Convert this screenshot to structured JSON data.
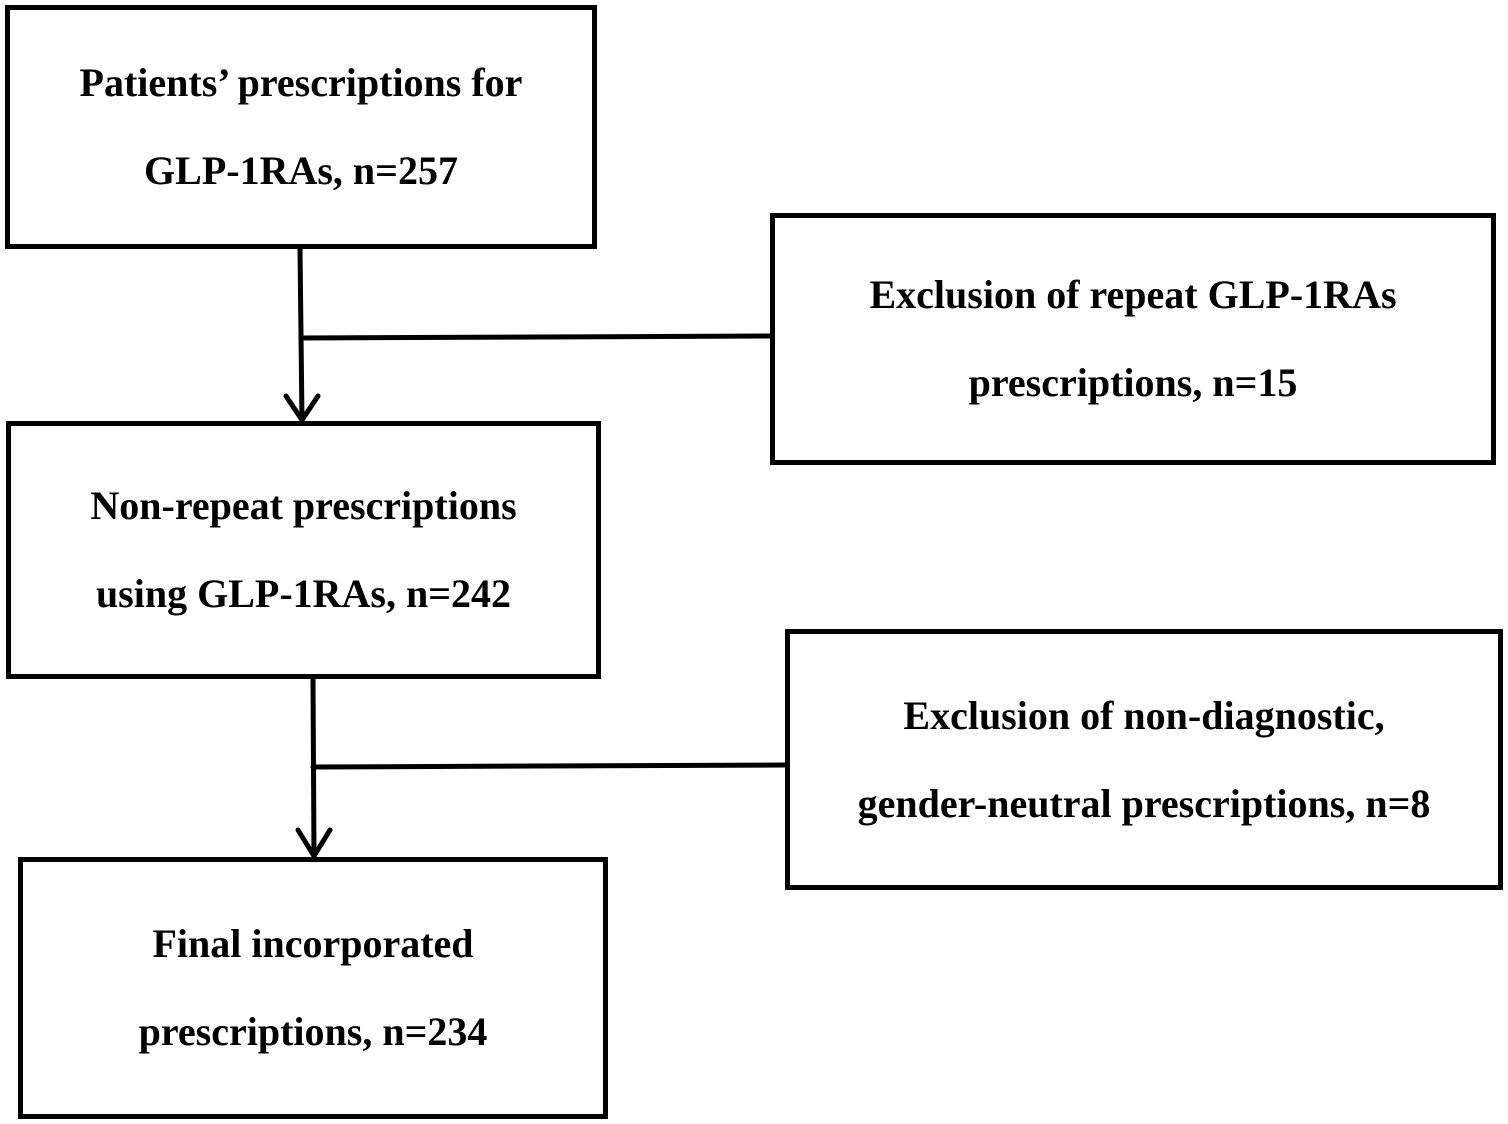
{
  "boxes": {
    "start": {
      "line1": "Patients’ prescriptions for",
      "line2": "GLP-1RAs, n=257"
    },
    "exclusion_repeat": {
      "line1": "Exclusion of repeat GLP-1RAs",
      "line2": "prescriptions, n=15"
    },
    "non_repeat": {
      "line1": "Non-repeat prescriptions",
      "line2": "using GLP-1RAs, n=242"
    },
    "exclusion_nondiagnostic": {
      "line1": "Exclusion of non-diagnostic,",
      "line2": "gender-neutral prescriptions, n=8"
    },
    "final": {
      "line1": "Final incorporated",
      "line2": "prescriptions, n=234"
    }
  },
  "colors": {
    "stroke": "#000000",
    "background": "#ffffff"
  }
}
